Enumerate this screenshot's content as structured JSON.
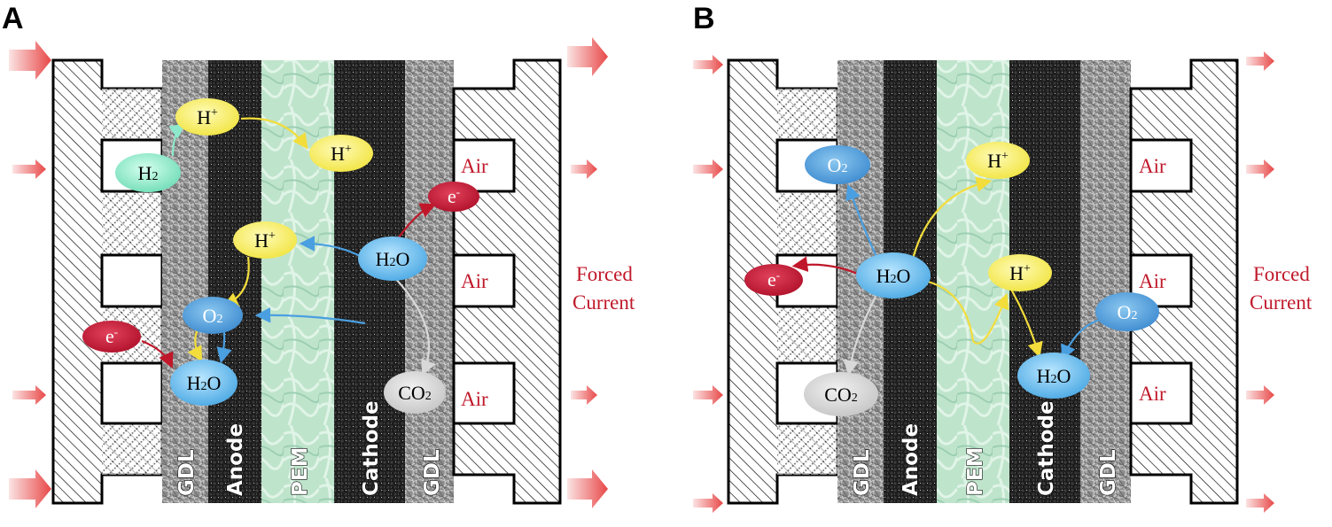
{
  "panels": [
    {
      "letter": "A",
      "layers": {
        "gdl_left": "GDL",
        "anode": "Anode",
        "pem": "PEM",
        "cathode": "Cathode",
        "gdl_right": "GDL"
      },
      "air": [
        "Air",
        "Air",
        "Air"
      ],
      "forced_current": [
        "Forced",
        "Current"
      ],
      "species": {
        "h_plus_1": "H",
        "h_plus_2": "H",
        "h_plus_3": "H",
        "h2": "H",
        "h2o_center": "H",
        "h2o_bottom": "H",
        "o2": "O",
        "co2": "CO",
        "e_left": "e",
        "e_right": "e",
        "plus": "+",
        "minus": "-",
        "sub2": "2",
        "O": "O"
      }
    },
    {
      "letter": "B",
      "layers": {
        "gdl_left": "GDL",
        "anode": "Anode",
        "pem": "PEM",
        "cathode": "Cathode",
        "gdl_right": "GDL"
      },
      "air": [
        "Air",
        "Air",
        "Air"
      ],
      "forced_current": [
        "Forced",
        "Current"
      ],
      "species": {
        "o2_left": "O",
        "h_plus_1": "H",
        "h_plus_2": "H",
        "h2o_center": "H",
        "h2o_right": "H",
        "e_left": "e",
        "co2": "CO",
        "o2_right": "O",
        "plus": "+",
        "minus": "-",
        "sub2": "2",
        "O": "O"
      }
    }
  ],
  "colors": {
    "proton": "#f7ec5a",
    "water": "#5fb8ea",
    "oxygen": "#4f9ddd",
    "hydrogen": "#7ee8c3",
    "electron": "#c51630",
    "co2": "#cfcfcf",
    "arrow_red": "#e84848",
    "text_red": "#c0182a"
  }
}
